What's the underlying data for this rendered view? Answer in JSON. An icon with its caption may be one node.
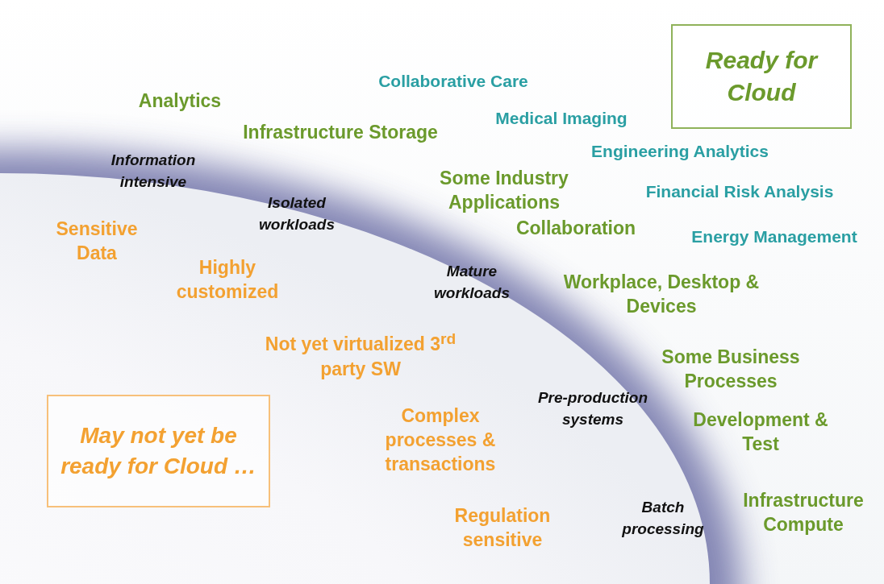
{
  "diagram": {
    "nodes": [
      {
        "text": [
          "Ready for Cloud"
        ]
      },
      {
        "text": [
          "May not yet be ready for  Cloud …"
        ]
      }
    ],
    "labels": [
      "Collaborative Care",
      "Analytics",
      "Medical Imaging",
      "Infrastructure Storage",
      "Engineering Analytics",
      "Information intensive",
      "Some Industry Applications",
      "Financial Risk Analysis",
      "Isolated workloads",
      "Sensitive Data",
      "Collaboration",
      "Energy Management",
      "Highly customized",
      "Mature workloads",
      "Workplace, Desktop & Devices",
      "Not yet virtualized 3$^{rd}$ party SW",
      "Some Business Processes",
      "Pre-production systems",
      "Development & Test",
      "Complex processes & transactions",
      "Regulation sensitive",
      "Batch processing",
      "Infrastructure Compute"
    ]
  }
}
